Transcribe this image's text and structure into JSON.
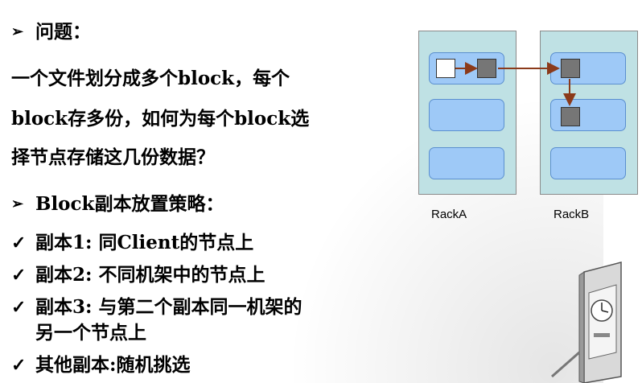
{
  "question": {
    "bullet": "➢",
    "heading": "问题：",
    "body_lines": [
      "一个文件划分成多个block，每个",
      "block存多份，如何为每个block选",
      "择节点存储这几份数据？"
    ]
  },
  "strategy": {
    "bullet": "➢",
    "heading": "Block副本放置策略："
  },
  "rules": [
    {
      "check": "✓",
      "text": "副本1: 同Client的节点上"
    },
    {
      "check": "✓",
      "text": "副本2: 不同机架中的节点上"
    },
    {
      "check": "✓",
      "text": "副本3: 与第二个副本同一机架的"
    },
    {
      "check": "",
      "text": "另一个节点上"
    },
    {
      "check": "✓",
      "text": "其他副本:随机挑选"
    }
  ],
  "diagram": {
    "racks": [
      {
        "label": "RackA"
      },
      {
        "label": "RackB"
      }
    ],
    "block_color": "#767676",
    "slot_color": "#9ec9f7",
    "rack_color": "#bfe1e4",
    "arrow_color": "#8b3a1a"
  }
}
